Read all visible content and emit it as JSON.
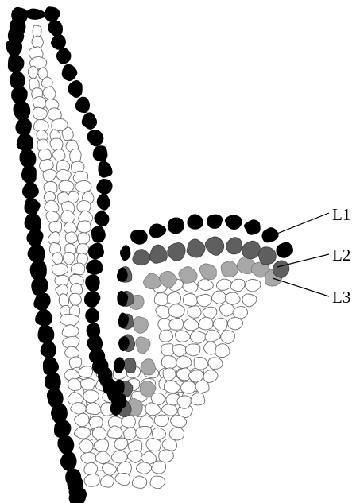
{
  "labels": {
    "l1": "L1",
    "l2": "L2",
    "l3": "L3"
  },
  "layer_colors": {
    "L1": "#000000",
    "L2": "#5f5f5f",
    "L3": "#a8a8a8",
    "inner": "#ffffff"
  }
}
